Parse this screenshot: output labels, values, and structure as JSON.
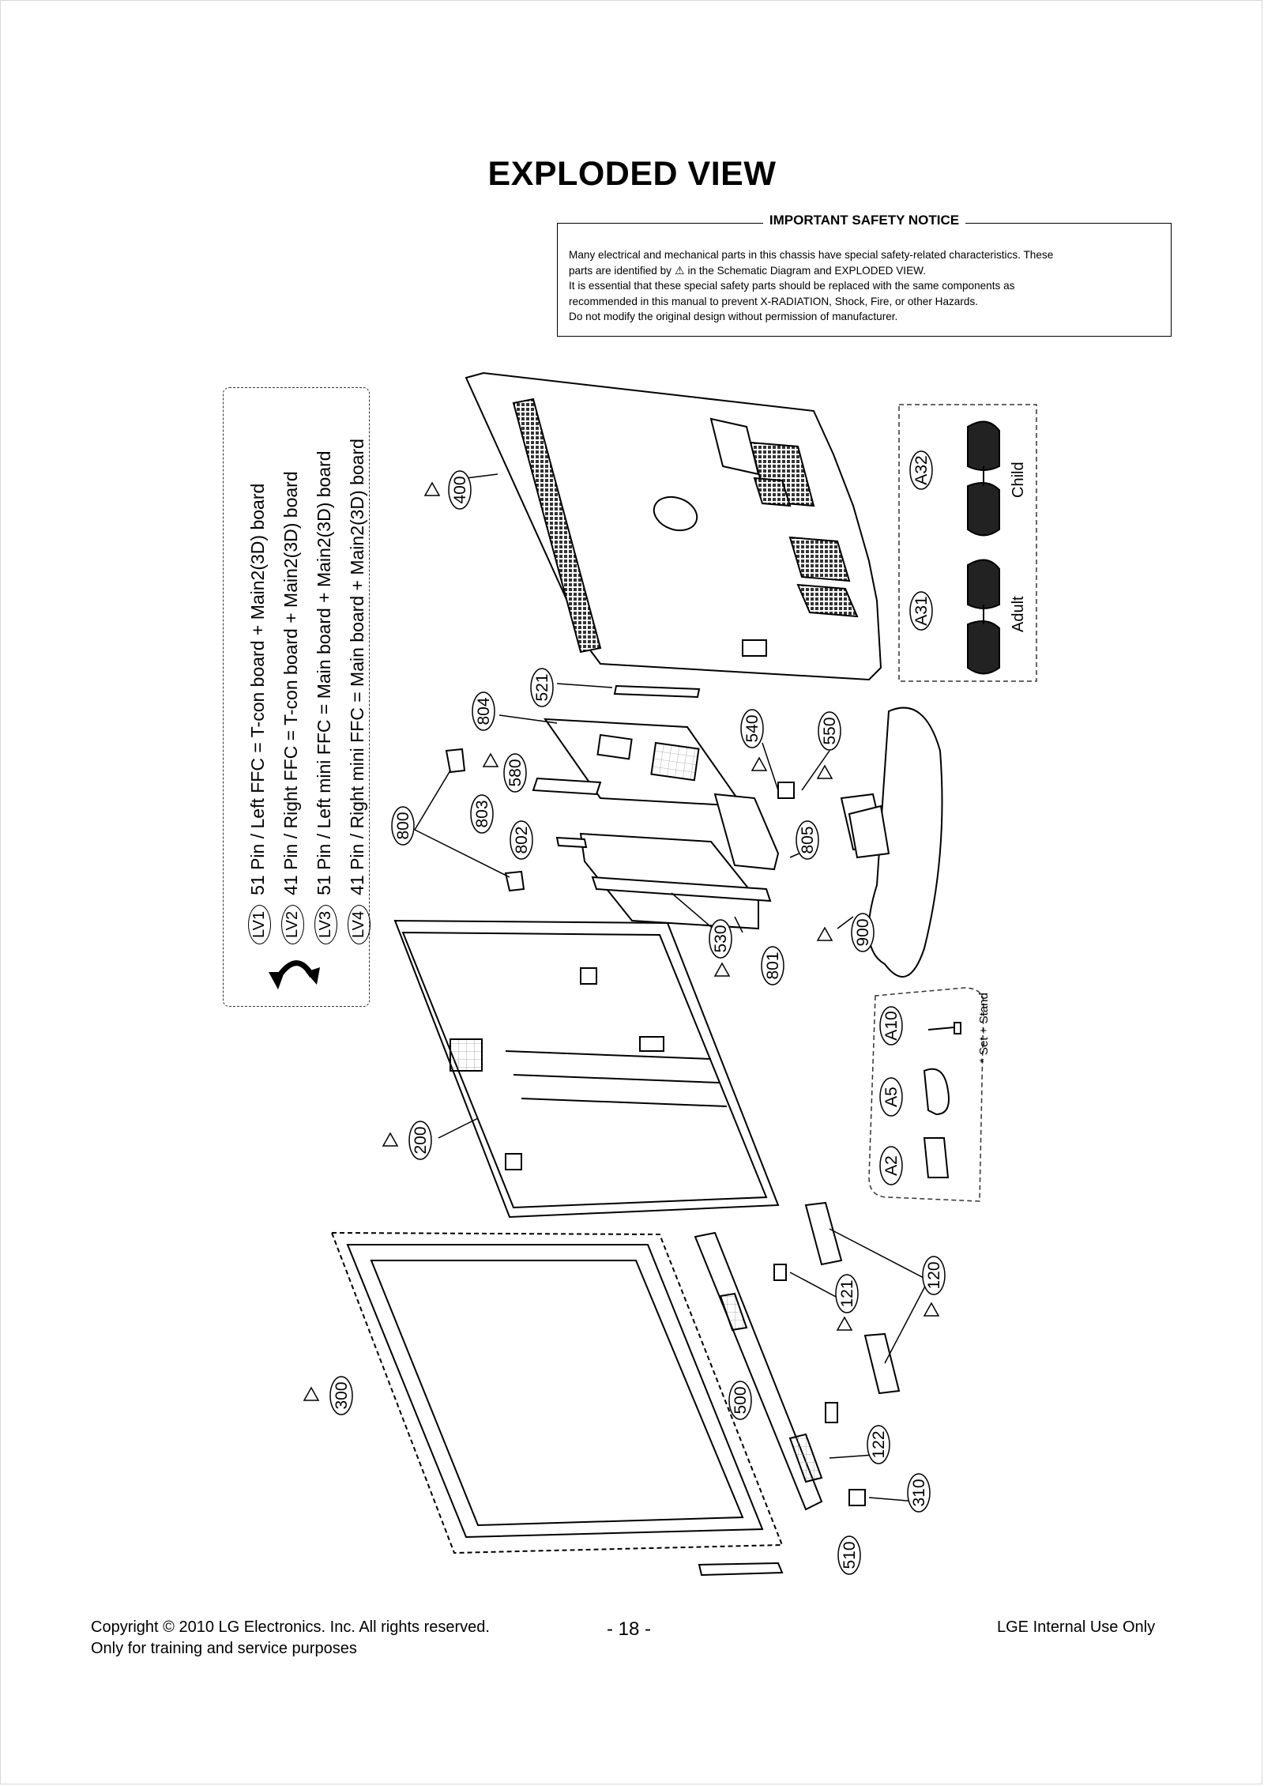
{
  "title": "EXPLODED VIEW",
  "safety_notice": {
    "heading": "IMPORTANT SAFETY NOTICE",
    "lines": [
      "Many electrical and mechanical parts in this chassis have special safety-related characteristics. These",
      "parts are identified by",
      "in the Schematic Diagram and EXPLODED VIEW.",
      "It is essential that these special safety parts should be replaced with the same components as",
      "recommended in this manual to prevent X-RADIATION, Shock, Fire, or other Hazards.",
      "Do not modify the original design without permission of manufacturer."
    ]
  },
  "legend": [
    {
      "tag": "LV1",
      "text": "51 Pin / Left FFC = T-con board + Main2(3D) board"
    },
    {
      "tag": "LV2",
      "text": "41 Pin / Right FFC = T-con board + Main2(3D) board"
    },
    {
      "tag": "LV3",
      "text": "51 Pin / Left mini FFC = Main board + Main2(3D) board"
    },
    {
      "tag": "LV4",
      "text": "41 Pin / Right mini FFC = Main board + Main2(3D) board"
    }
  ],
  "callouts": [
    "400",
    "521",
    "804",
    "580",
    "803",
    "802",
    "800",
    "540",
    "550",
    "805",
    "530",
    "801",
    "900",
    "200",
    "300",
    "500",
    "121",
    "120",
    "122",
    "310",
    "510",
    "A31",
    "A32",
    "A10",
    "A5",
    "A2"
  ],
  "glasses_labels": {
    "adult": "Adult",
    "child": "Child"
  },
  "accessory_note": "* Set + Stand",
  "footer": {
    "copyright": "Copyright © 2010 LG Electronics. Inc. All rights reserved.",
    "purpose": "Only for training and service purposes",
    "page": "- 18 -",
    "internal": "LGE Internal Use Only"
  }
}
